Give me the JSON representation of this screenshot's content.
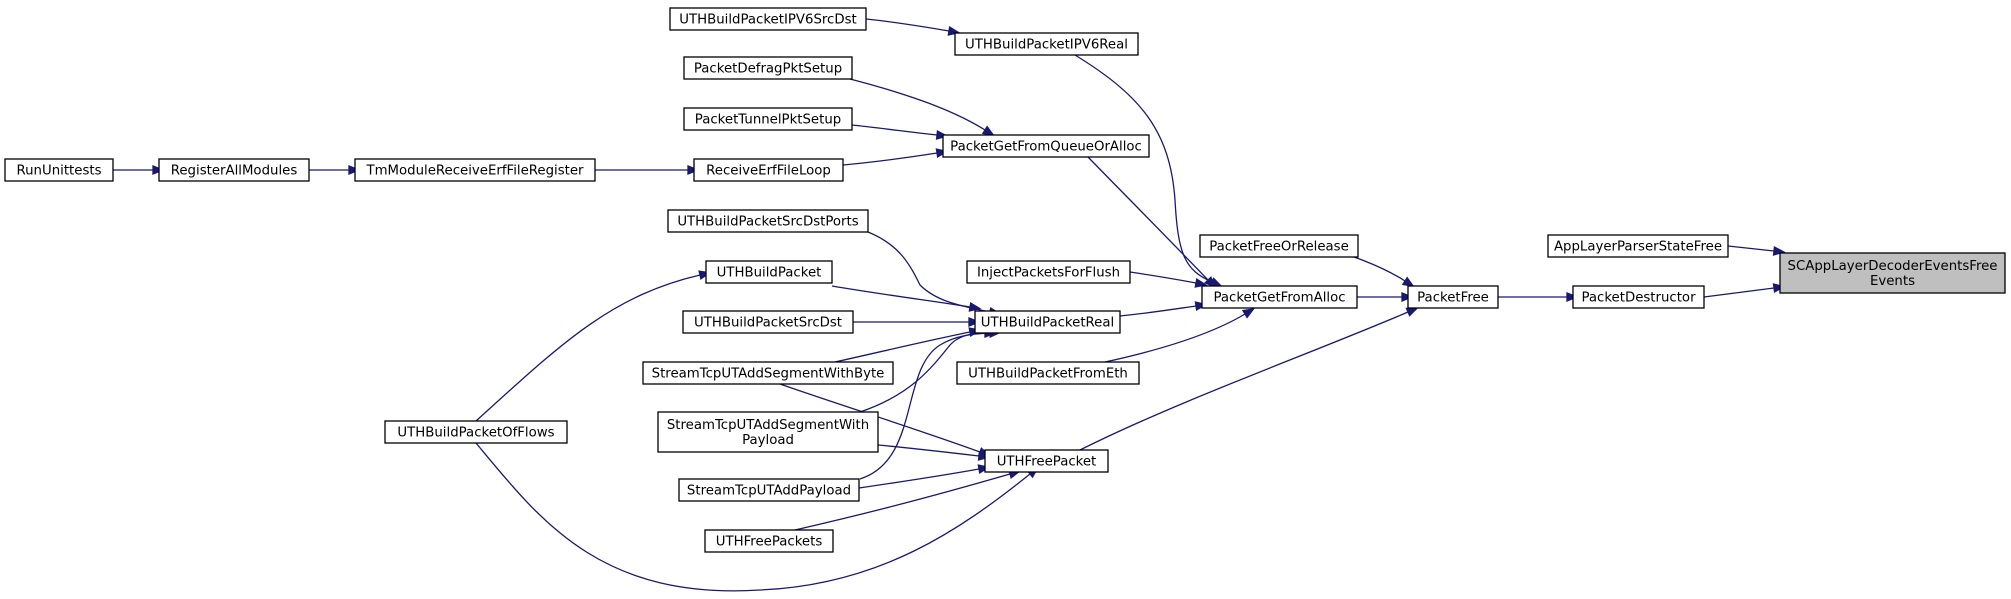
{
  "graph": {
    "kind": "caller-graph",
    "root": "SCAppLayerDecoderEventsFreeEvents",
    "nodes": {
      "root": [
        "SCAppLayerDecoderEventsFree",
        "Events"
      ],
      "applayer": [
        "AppLayerParserStateFree"
      ],
      "pktdestructor": [
        "PacketDestructor"
      ],
      "pktfree": [
        "PacketFree"
      ],
      "freeorrelease": [
        "PacketFreeOrRelease"
      ],
      "getfromalloc": [
        "PacketGetFromAlloc"
      ],
      "uthfreepacket": [
        "UTHFreePacket"
      ],
      "ipv6real": [
        "UTHBuildPacketIPV6Real"
      ],
      "ipv6srcdst": [
        "UTHBuildPacketIPV6SrcDst"
      ],
      "queueoralloc": [
        "PacketGetFromQueueOrAlloc"
      ],
      "defrag": [
        "PacketDefragPktSetup"
      ],
      "tunnel": [
        "PacketTunnelPktSetup"
      ],
      "erfloop": [
        "ReceiveErfFileLoop"
      ],
      "erfregister": [
        "TmModuleReceiveErfFileRegister"
      ],
      "registerall": [
        "RegisterAllModules"
      ],
      "rununittests": [
        "RunUnittests"
      ],
      "injectflush": [
        "InjectPacketsForFlush"
      ],
      "buildreal": [
        "UTHBuildPacketReal"
      ],
      "srcdstports": [
        "UTHBuildPacketSrcDstPorts"
      ],
      "buildpacket": [
        "UTHBuildPacket"
      ],
      "srcdst": [
        "UTHBuildPacketSrcDst"
      ],
      "segwithbyte": [
        "StreamTcpUTAddSegmentWithByte"
      ],
      "segwithpayload": [
        "StreamTcpUTAddSegmentWith",
        "Payload"
      ],
      "addpayload": [
        "StreamTcpUTAddPayload"
      ],
      "ofFlows": [
        "UTHBuildPacketOfFlows"
      ],
      "frometh": [
        "UTHBuildPacketFromEth"
      ],
      "freepackets": [
        "UTHFreePackets"
      ]
    },
    "edges": [
      [
        "applayer",
        "root"
      ],
      [
        "pktdestructor",
        "root"
      ],
      [
        "pktfree",
        "pktdestructor"
      ],
      [
        "freeorrelease",
        "pktfree"
      ],
      [
        "getfromalloc",
        "pktfree"
      ],
      [
        "uthfreepacket",
        "pktfree"
      ],
      [
        "ipv6real",
        "getfromalloc"
      ],
      [
        "queueoralloc",
        "getfromalloc"
      ],
      [
        "injectflush",
        "getfromalloc"
      ],
      [
        "buildreal",
        "getfromalloc"
      ],
      [
        "frometh",
        "getfromalloc"
      ],
      [
        "ipv6srcdst",
        "ipv6real"
      ],
      [
        "defrag",
        "queueoralloc"
      ],
      [
        "tunnel",
        "queueoralloc"
      ],
      [
        "erfloop",
        "queueoralloc"
      ],
      [
        "erfregister",
        "erfloop"
      ],
      [
        "registerall",
        "erfregister"
      ],
      [
        "rununittests",
        "registerall"
      ],
      [
        "srcdstports",
        "buildreal"
      ],
      [
        "buildpacket",
        "buildreal"
      ],
      [
        "srcdst",
        "buildreal"
      ],
      [
        "segwithbyte",
        "buildreal"
      ],
      [
        "segwithpayload",
        "buildreal"
      ],
      [
        "addpayload",
        "buildreal"
      ],
      [
        "ofFlows",
        "buildpacket"
      ],
      [
        "segwithbyte",
        "uthfreepacket"
      ],
      [
        "segwithpayload",
        "uthfreepacket"
      ],
      [
        "addpayload",
        "uthfreepacket"
      ],
      [
        "freepackets",
        "uthfreepacket"
      ],
      [
        "ofFlows",
        "uthfreepacket"
      ]
    ]
  }
}
